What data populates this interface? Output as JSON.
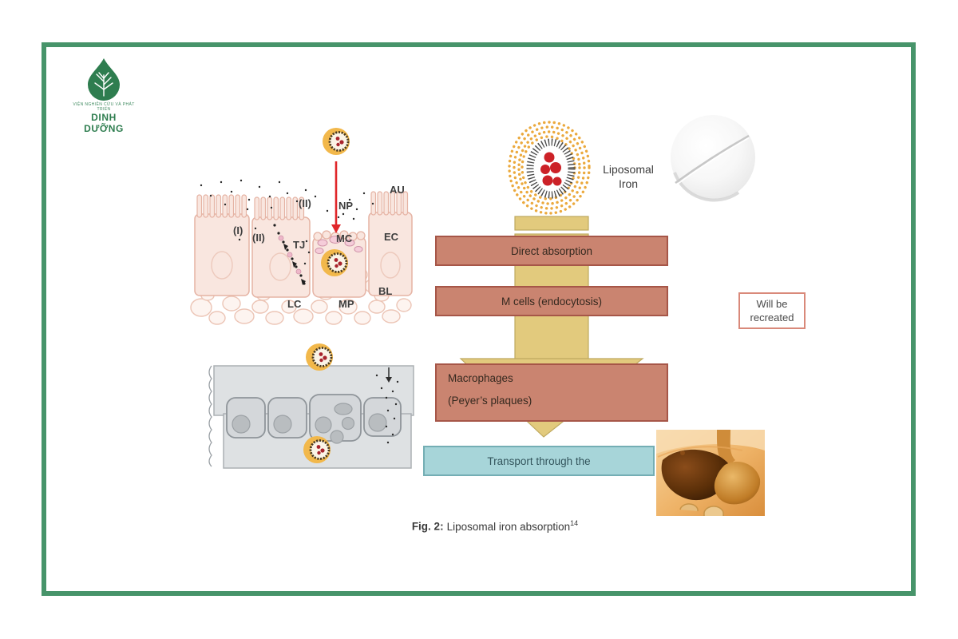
{
  "branding": {
    "org_tagline": "VIỆN NGHIÊN CỨU VÀ PHÁT TRIỂN",
    "org_name": "DINH DƯỠNG"
  },
  "cell_diagram": {
    "labels": {
      "au": "AU",
      "np": "NP",
      "phase2_top": "(II)",
      "phase1": "(I)",
      "phase2": "(II)",
      "tj": "TJ",
      "mc": "MC",
      "ec": "EC",
      "bl": "BL",
      "lc": "LC",
      "mp": "MP"
    }
  },
  "liposome_label": {
    "line1": "Liposomal",
    "line2": "Iron"
  },
  "flowchart": {
    "step1": "Direct absorption",
    "step2": "M cells (endocytosis)",
    "step3_line1": "Macrophages",
    "step3_line2": "(Peyer’s plaques)",
    "transport": "Transport through the"
  },
  "note_box": {
    "line1": "Will be",
    "line2": "recreated"
  },
  "caption": {
    "label": "Fig. 2:",
    "text": "Liposomal iron absorption",
    "reference": "14"
  },
  "colors": {
    "frame_green": "#47946a",
    "logo_green": "#2e7d4f",
    "box_salmon": "#ca8470",
    "box_salmon_border": "#a65648",
    "arrow_tan": "#e2ca7d",
    "teal": "#a7d5d9",
    "teal_border": "#74aeb4",
    "note_border": "#d9897a",
    "red_arrow": "#e0262a",
    "liposome_orange": "#f2b84b",
    "iron_red": "#b8252b"
  }
}
